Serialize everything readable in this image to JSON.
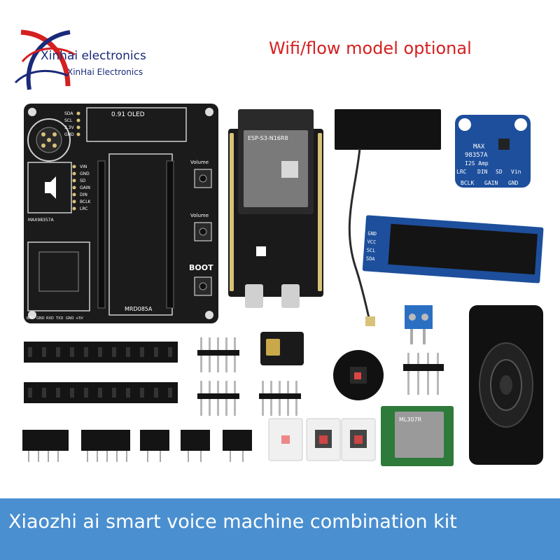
{
  "brand": {
    "name": "Xinhai electronics",
    "sub_name": "XinHai Electronics",
    "logo_icon": "xinhai-logo-icon"
  },
  "headline": "Wifi/flow model optional",
  "banner": {
    "text": "Xiaozhi ai smart voice machine combination kit",
    "color": "#4a8fd0"
  },
  "pcb_labels": {
    "oled": "0.91 OLED",
    "model": "MRD085A",
    "boot": "BOOT",
    "volume_up": "Volume",
    "volume_down": "Volume",
    "amp_chip": "MAX98357A",
    "esp_module": "ESP-S3-N16R8",
    "pins_left": [
      "VIN",
      "GND",
      "SD",
      "GAIN",
      "DIN",
      "BCLK",
      "LRC"
    ],
    "pins_oled": [
      "SDA",
      "SCL",
      "3.3V",
      "GND"
    ],
    "pins_bottom": [
      "BAT",
      "GND",
      "RXD",
      "TXD",
      "GND",
      "+5V"
    ]
  },
  "amp_board": {
    "line1": "MAX",
    "line2": "98357A",
    "line3": "I2S Amp",
    "pins_top": [
      "LRC",
      "DIN",
      "SD",
      "Vin"
    ],
    "pins_bottom": [
      "BCLK",
      "GAIN",
      "GND"
    ]
  },
  "oled_module": {
    "pins": [
      "GND",
      "VCC",
      "SCL",
      "SDA"
    ]
  },
  "cellular_module": {
    "label": "ML307R"
  },
  "colors": {
    "headline": "#d42020",
    "brand": "#1a2a7a",
    "pcb": "#1b1b1b",
    "amp_blue": "#1d4f9c"
  }
}
